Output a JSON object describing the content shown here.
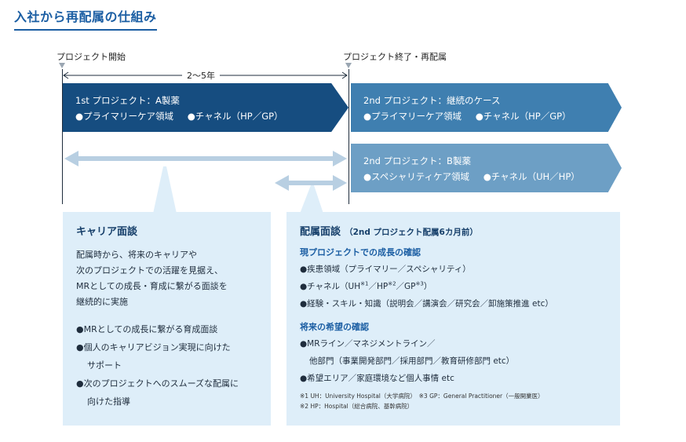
{
  "title": "入社から再配属の仕組み",
  "timeline": {
    "start_label": "プロジェクト開始",
    "end_label": "プロジェクト終了・再配属",
    "duration_label": "2〜5年"
  },
  "projects": {
    "first": {
      "title": "1st プロジェクト：A製薬",
      "item1": "●プライマリーケア領域",
      "item2": "●チャネル（HP／GP）"
    },
    "second_continue": {
      "title": "2nd プロジェクト：継続のケース",
      "item1": "●プライマリーケア領域",
      "item2": "●チャネル（HP／GP）"
    },
    "second_b": {
      "title": "2nd プロジェクト：B製薬",
      "item1": "●スペシャリティケア領域",
      "item2": "●チャネル（UH／HP）"
    }
  },
  "career_panel": {
    "title": "キャリア面談",
    "desc": [
      "配属時から、将来のキャリアや",
      "次のプロジェクトでの活躍を見据え、",
      "MRとしての成長・育成に繋がる面談を",
      "継続的に実施"
    ],
    "bullets": [
      "●MRとしての成長に繋がる育成面談",
      "●個人のキャリアビジョン実現に向けた",
      "サポート",
      "●次のプロジェクトへのスムーズな配属に",
      "向けた指導"
    ]
  },
  "placement_panel": {
    "title": "配属面談",
    "subtitle": "（2nd プロジェクト配属6カ月前）",
    "current_heading": "現プロジェクトでの成長の確認",
    "current_items": {
      "disease": "●疾患領域（プライマリー／スペシャリティ）",
      "channel_pre": "●チャネル（UH",
      "sup1": "※1",
      "channel_mid1": "／HP",
      "sup2": "※2",
      "channel_mid2": "／GP",
      "sup3": "※3",
      "channel_post": "）",
      "experience": "●経験・スキル・知識（説明会／講演会／研究会／卸施策推進 etc）"
    },
    "future_heading": "将来の希望の確認",
    "future_items": [
      "●MRライン／マネジメントライン／",
      "他部門（事業開発部門／採用部門／教育研修部門 etc）",
      "●希望エリア／家庭環境など個人事情 etc"
    ],
    "notes": [
      "※1 UH：University Hospital（大学病院）　※3 GP：General Practitioner（一般開業医）",
      "※2 HP：Hospital（総合病院、基幹病院）"
    ]
  },
  "colors": {
    "title_blue": "#1b5ea3",
    "chevron_1st": "#164d80",
    "chevron_2nd_continue": "#3f7fb0",
    "chevron_2nd_b": "#6d9fc5",
    "panel_bg": "#deeef9",
    "arrow_light": "#b8cfe2"
  }
}
